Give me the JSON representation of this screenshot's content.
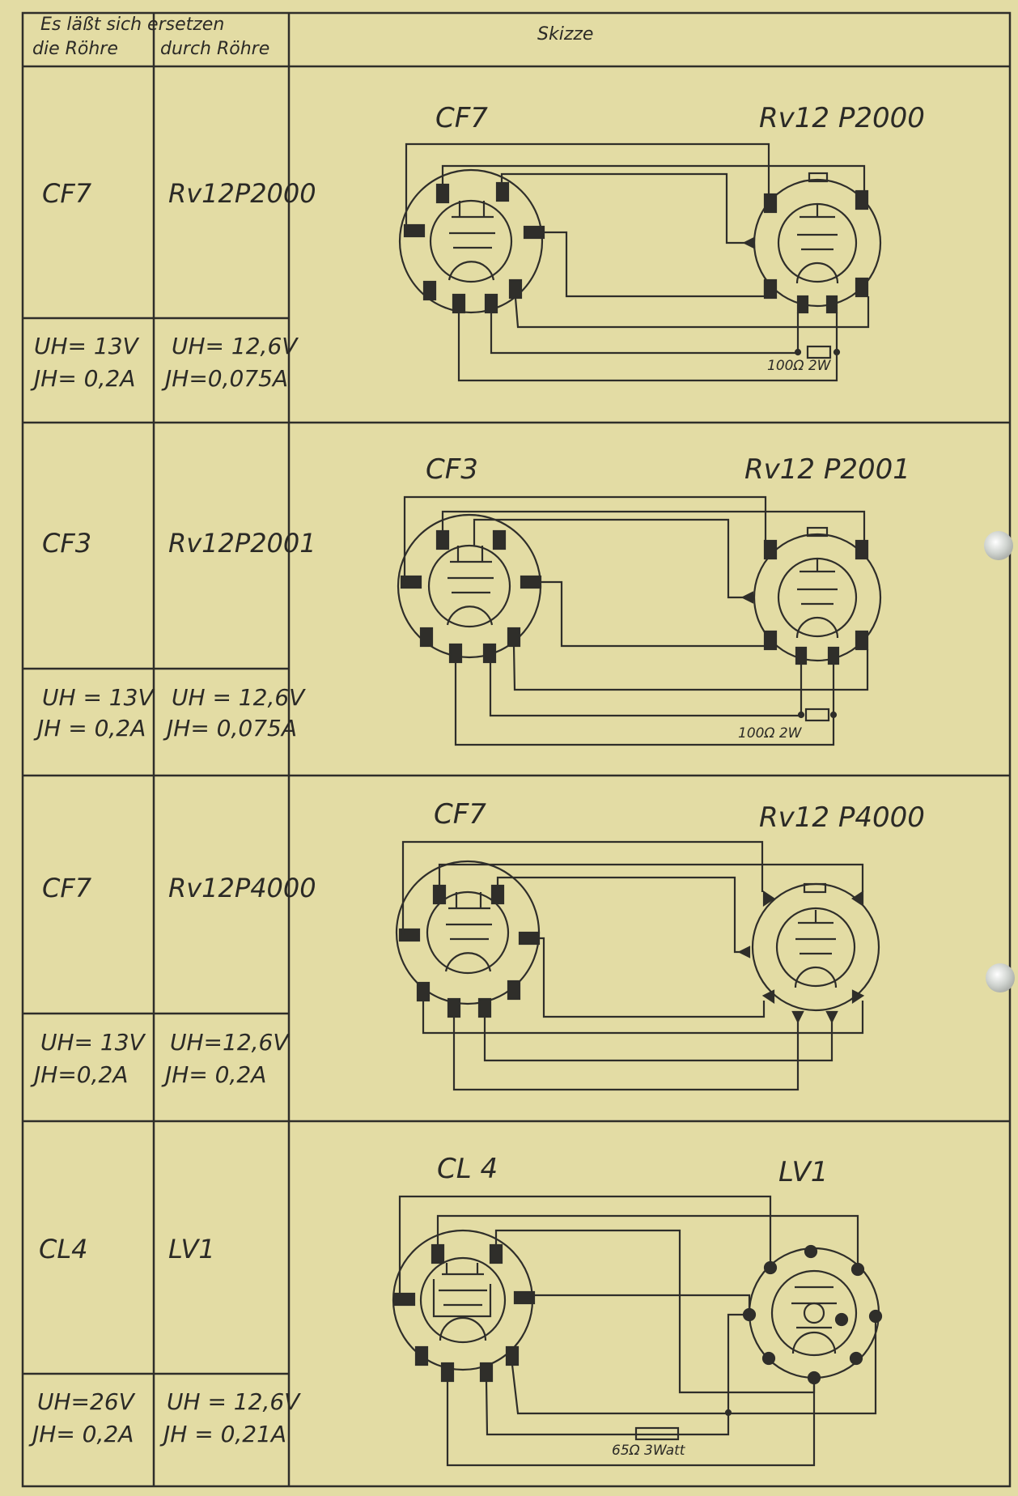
{
  "header": {
    "replace_caption": "Es läßt sich ersetzen",
    "col_original": "die Röhre",
    "col_replacement": "durch Röhre",
    "col_sketch": "Skizze"
  },
  "rows": [
    {
      "original": "CF7",
      "replacement": "Rv12P2000",
      "orig_uh": "UH= 13V",
      "orig_jh": "JH= 0,2A",
      "repl_uh": "UH= 12,6V",
      "repl_jh": "JH=0,075A",
      "sketch_left": "CF7",
      "sketch_right": "Rv12 P2000",
      "resistor": "100Ω 2W"
    },
    {
      "original": "CF3",
      "replacement": "Rv12P2001",
      "orig_uh": "UH = 13V",
      "orig_jh": "JH = 0,2A",
      "repl_uh": "UH = 12,6V",
      "repl_jh": "JH= 0,075A",
      "sketch_left": "CF3",
      "sketch_right": "Rv12 P2001",
      "resistor": "100Ω 2W"
    },
    {
      "original": "CF7",
      "replacement": "Rv12P4000",
      "orig_uh": "UH= 13V",
      "orig_jh": "JH=0,2A",
      "repl_uh": "UH=12,6V",
      "repl_jh": "JH= 0,2A",
      "sketch_left": "CF7",
      "sketch_right": "Rv12 P4000",
      "resistor": ""
    },
    {
      "original": "CL4",
      "replacement": "LV1",
      "orig_uh": "UH=26V",
      "orig_jh": "JH= 0,2A",
      "repl_uh": "UH = 12,6V",
      "repl_jh": "JH = 0,21A",
      "sketch_left": "CL 4",
      "sketch_right": "LV1",
      "resistor": "65Ω 3Watt"
    }
  ]
}
